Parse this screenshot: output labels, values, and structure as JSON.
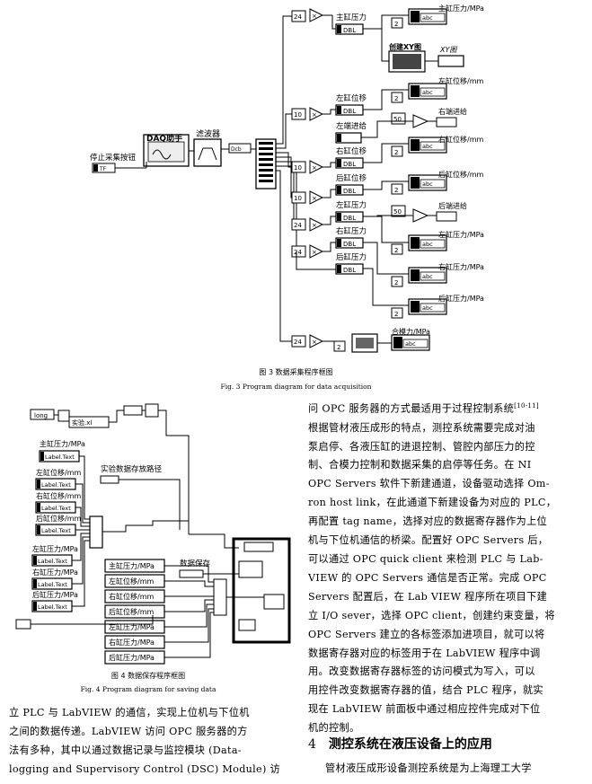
{
  "fig3": {
    "caption_cn": "图 3    数据采集程序框图",
    "caption_en": "Fig. 3    Program diagram for data acquisition",
    "labels": {
      "daq": "DAQ助手",
      "filter": "滤波器",
      "stop": "停止采集按钮",
      "xy_create": "创建XY图",
      "xy_graph": "XY图",
      "dbl": "DBL",
      "main_p_in": "主缸压力",
      "main_p_out": "主缸压力/MPa",
      "left_d_in": "左缸位移",
      "left_d_out": "左缸位移/mm",
      "left_f_in": "左端进给",
      "right_f_out": "右端进给",
      "right_d_in": "右缸位移",
      "right_d_out": "右缸位移/mm",
      "back_d_in": "后缸位移",
      "back_d_out": "后缸位移/mm",
      "back_f_out": "后端进给",
      "left_p_in": "左缸压力",
      "left_p_out": "左缸压力/MPa",
      "right_p_in": "右缸压力",
      "right_p_out": "右缸压力/MPa",
      "back_p_in": "后缸压力",
      "back_p_out": "后缸压力/MPa",
      "clamp_out": "合模力/MPa",
      "k24": "24",
      "k10": "10",
      "k50": "50",
      "k2": "2"
    }
  },
  "fig4": {
    "caption_cn": "图 4    数据保存程序框图",
    "caption_en": "Fig. 4    Program diagram for saving data",
    "labels": {
      "path": "实验数据存放路径",
      "save": "数据保存",
      "file": "实验.xl",
      "long": "long",
      "label_text": "Label.Text",
      "main_p": "主缸压力/MPa",
      "left_d": "左缸位移/mm",
      "right_d": "右缸位移/mm",
      "back_d": "后缸位移/mm",
      "left_p": "左缸压力/MPa",
      "right_p": "右缸压力/MPa",
      "back_p": "后缸压力/MPa"
    }
  },
  "right_column": [
    "问 OPC 服务器的方式最适用于过程控制系统",
    "根据管材液压成形的特点，测控系统需要完成对油",
    "泵启停、各液压缸的进退控制、管腔内部压力的控",
    "制、合模力控制和数据采集的启停等任务。在 NI",
    "OPC Servers 软件下新建通道，设备驱动选择 Om-",
    "ron host link，在此通道下新建设备为对应的 PLC，",
    "再配置 tag name，选择对应的数据寄存器作为上位",
    "机与下位机通信的桥梁。配置好 OPC Servers 后，",
    "可以通过 OPC quick client 来检测 PLC 与 Lab-",
    "VIEW 的 OPC Servers 通信是否正常。完成 OPC",
    "Servers 配置后，在 Lab VIEW 程序所在项目下建",
    "立 I/O sever，选择 OPC client，创建约束变量，将",
    "OPC Servers 建立的各标签添加进项目，就可以将",
    "数据寄存器对应的标签用于在 LabVIEW 程序中调",
    "用。改变数据寄存器标签的访问模式为写入，可以",
    "用控件改变数据寄存器的值，结合 PLC 程序，就实",
    "现在 LabVIEW 前面板中通过相应控件完成对下位",
    "机的控制。"
  ],
  "citation": "[10-11]",
  "left_column": [
    "立 PLC 与 LabVIEW 的通信，实现上位机与下位机",
    "之间的数据传递。LabVIEW 访问 OPC 服务器的方",
    "法有多种，其中以通过数据记录与监控模块 (Data-",
    "logging and Supervisory Control (DSC) Module) 访"
  ],
  "section": {
    "number": "4",
    "title": "测控系统在液压设备上的应用"
  },
  "last_line": "管材液压成形设备测控系统是为上海理工大学"
}
